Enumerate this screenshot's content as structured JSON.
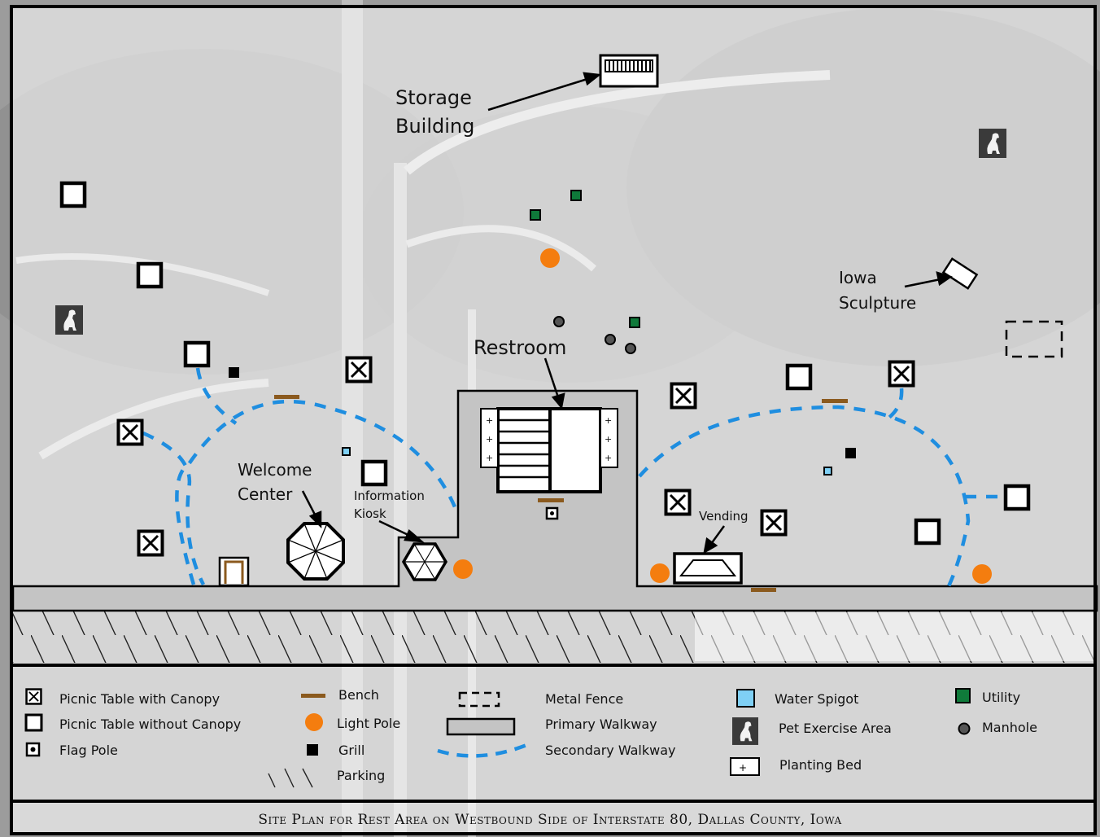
{
  "title": "Site Plan for Rest Area on Westbound Side of Interstate 80, Dallas County, Iowa",
  "labels": {
    "storage_line1": "Storage",
    "storage_line2": "Building",
    "restroom": "Restroom",
    "welcome_line1": "Welcome",
    "welcome_line2": "Center",
    "kiosk_line1": "Information",
    "kiosk_line2": "Kiosk",
    "vending": "Vending",
    "sculpture_line1": "Iowa",
    "sculpture_line2": "Sculpture"
  },
  "legend": {
    "picnic_canopy": "Picnic Table with Canopy",
    "picnic_no_canopy": "Picnic Table without Canopy",
    "flag_pole": "Flag Pole",
    "bench": "Bench",
    "light_pole": "Light Pole",
    "grill": "Grill",
    "parking": "Parking",
    "metal_fence": "Metal Fence",
    "primary_walkway": "Primary Walkway",
    "secondary_walkway": "Secondary Walkway",
    "water_spigot": "Water Spigot",
    "pet_area": "Pet Exercise Area",
    "planting_bed": "Planting Bed",
    "utility": "Utility",
    "manhole": "Manhole"
  },
  "colors": {
    "bench": "#8b5a1e",
    "light_pole": "#f47d0f",
    "utility": "#0f7a3a",
    "water_spigot": "#7fd0f5",
    "secondary_walkway": "#1f8ee0",
    "walkway_fill": "#c4c4c4"
  },
  "icons": [
    "picnic-canopy-icon",
    "picnic-table-icon",
    "flag-pole-icon",
    "bench-icon",
    "light-pole-icon",
    "grill-icon",
    "parking-hatch-icon",
    "metal-fence-icon",
    "walkway-icon",
    "water-spigot-icon",
    "pet-area-icon",
    "planting-bed-icon",
    "utility-icon",
    "manhole-icon"
  ]
}
